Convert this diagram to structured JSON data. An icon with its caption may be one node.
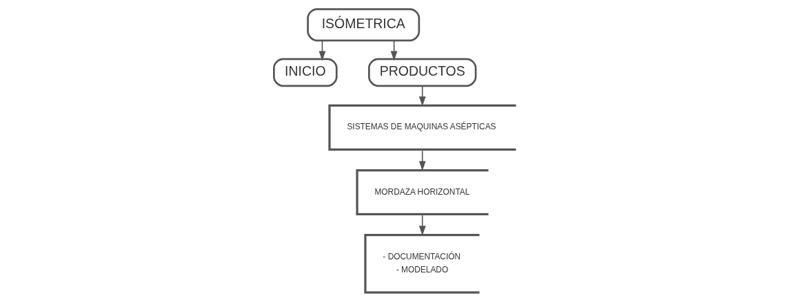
{
  "diagram": {
    "nodes": [
      {
        "text": [
          "ISÓMETRICA"
        ]
      },
      {
        "text": [
          "INICIO"
        ]
      },
      {
        "text": [
          "PRODUCTOS"
        ]
      },
      {
        "text": [
          "SISTEMAS DE MAQUINAS ASÉPTICAS"
        ]
      },
      {
        "text": [
          "MORDAZA HORIZONTAL"
        ]
      },
      {
        "text": [
          "- DOCUMENTACIÓN",
          "- MODELADO"
        ]
      }
    ],
    "edges": [
      {
        "from": 0,
        "to": 1,
        "arrow": "to"
      },
      {
        "from": 0,
        "to": 2,
        "arrow": "to"
      },
      {
        "from": 2,
        "to": 3,
        "arrow": "to"
      },
      {
        "from": 3,
        "to": 4,
        "arrow": "to"
      },
      {
        "from": 4,
        "to": 5,
        "arrow": "to"
      }
    ]
  }
}
